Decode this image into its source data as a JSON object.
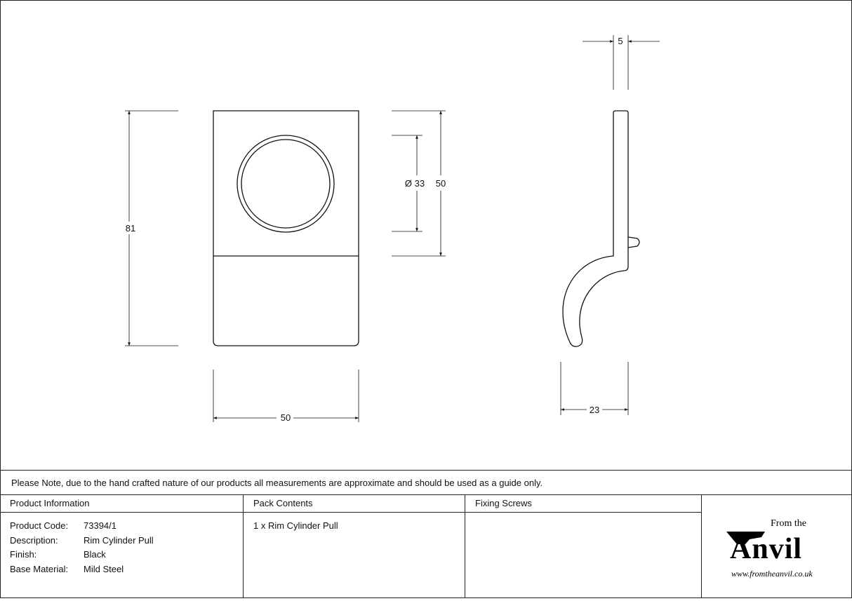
{
  "drawing": {
    "front_view": {
      "height_label": "81",
      "width_label": "50"
    },
    "circle_view": {
      "diameter_label": "Ø 33",
      "height_label": "50"
    },
    "side_view": {
      "thickness_label": "5",
      "depth_label": "23"
    }
  },
  "note": "Please Note, due to the hand crafted nature of our products all measurements are approximate and should be used as a guide only.",
  "product_info": {
    "header": "Product Information",
    "rows": [
      {
        "key": "Product Code:",
        "value": "73394/1"
      },
      {
        "key": "Description:",
        "value": "Rim Cylinder Pull"
      },
      {
        "key": "Finish:",
        "value": "Black"
      },
      {
        "key": "Base Material:",
        "value": "Mild Steel"
      }
    ]
  },
  "pack_contents": {
    "header": "Pack Contents",
    "items": [
      "1 x Rim Cylinder Pull"
    ]
  },
  "fixing_screws": {
    "header": "Fixing Screws",
    "items": []
  },
  "logo": {
    "line1": "From the",
    "brand": "Anvil",
    "url": "www.fromtheanvil.co.uk"
  }
}
